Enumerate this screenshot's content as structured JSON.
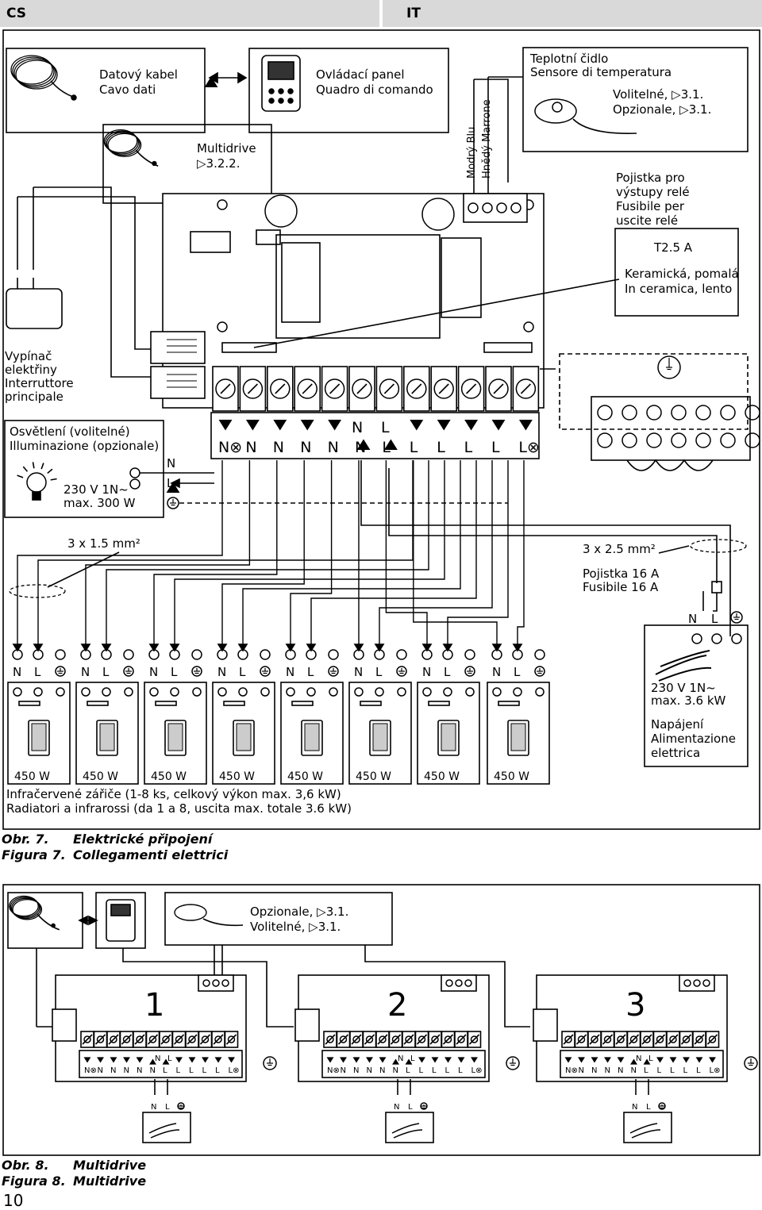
{
  "header": {
    "lang_left": "CS",
    "lang_right": "IT"
  },
  "fig7": {
    "data_cable": [
      "Datový kabel",
      "Cavo dati"
    ],
    "control_panel": [
      "Ovládací panel",
      "Quadro di comando"
    ],
    "multidrive": [
      "Multidrive",
      "▷3.2.2."
    ],
    "temp_sensor": [
      "Teplotní čidlo",
      "Sensore di temperatura"
    ],
    "sensor_ref": [
      "Volitelné,  ▷3.1.",
      "Opzionale, ▷3.1."
    ],
    "wire_colors": [
      "Modrý  Blu",
      "Hnědý  Marrone"
    ],
    "relay_fuse": [
      "Pojistka pro",
      "výstupy relé",
      "Fusibile per",
      "uscite relé"
    ],
    "fuse_rating": "T2.5 A",
    "fuse_type": [
      "Keramická, pomalá",
      "In ceramica, lento"
    ],
    "main_switch": [
      "Vypínač",
      "elektřiny",
      "Interruttore",
      "principale"
    ],
    "lighting": [
      "Osvětlení (volitelné)",
      "Illuminazione (opzionale)"
    ],
    "lighting_spec": [
      "230 V 1N~",
      "max. 300 W"
    ],
    "terminal_top": [
      "N",
      "L"
    ],
    "terminal_row": [
      "N⊗",
      "N",
      "N",
      "N",
      "N",
      "N",
      "L",
      "L",
      "L",
      "L",
      "L",
      "L⊗"
    ],
    "light_terms": [
      "N",
      "L"
    ],
    "cable_small": "3 x 1.5 mm²",
    "cable_big": "3 x 2.5 mm²",
    "main_fuse": [
      "Pojistka 16 A",
      "Fusibile 16 A"
    ],
    "supply_terms": [
      "N",
      "L"
    ],
    "supply_spec": [
      "230 V 1N~",
      "max. 3.6 kW"
    ],
    "supply_label": [
      "Napájení",
      "Alimentazione",
      "elettrica"
    ],
    "heater_terms": [
      "N",
      "L"
    ],
    "heater_power": "450 W",
    "heaters_caption": [
      "Infračervené zářiče (1-8 ks, celkový výkon max. 3,6 kW)",
      "Radiatori a infrarossi (da 1 a 8, uscita max. totale 3.6 kW)"
    ]
  },
  "caption7": {
    "num_cs": "Obr. 7.",
    "num_it": "Figura 7.",
    "title_cs": "Elektrické připojení",
    "title_it": "Collegamenti elettrici"
  },
  "fig8": {
    "sensor_ref": [
      "Opzionale, ▷3.1.",
      "Volitelné, ▷3.1."
    ],
    "units": [
      "1",
      "2",
      "3"
    ],
    "terminal_row": [
      "N⊗",
      "N",
      "N",
      "N",
      "N",
      "N",
      "L",
      "L",
      "L",
      "L",
      "L",
      "L⊗"
    ],
    "unit_terms": [
      "N",
      "L"
    ]
  },
  "caption8": {
    "num_cs": "Obr. 8.",
    "num_it": "Figura 8.",
    "title_cs": "Multidrive",
    "title_it": "Multidrive"
  },
  "page_number": "10"
}
